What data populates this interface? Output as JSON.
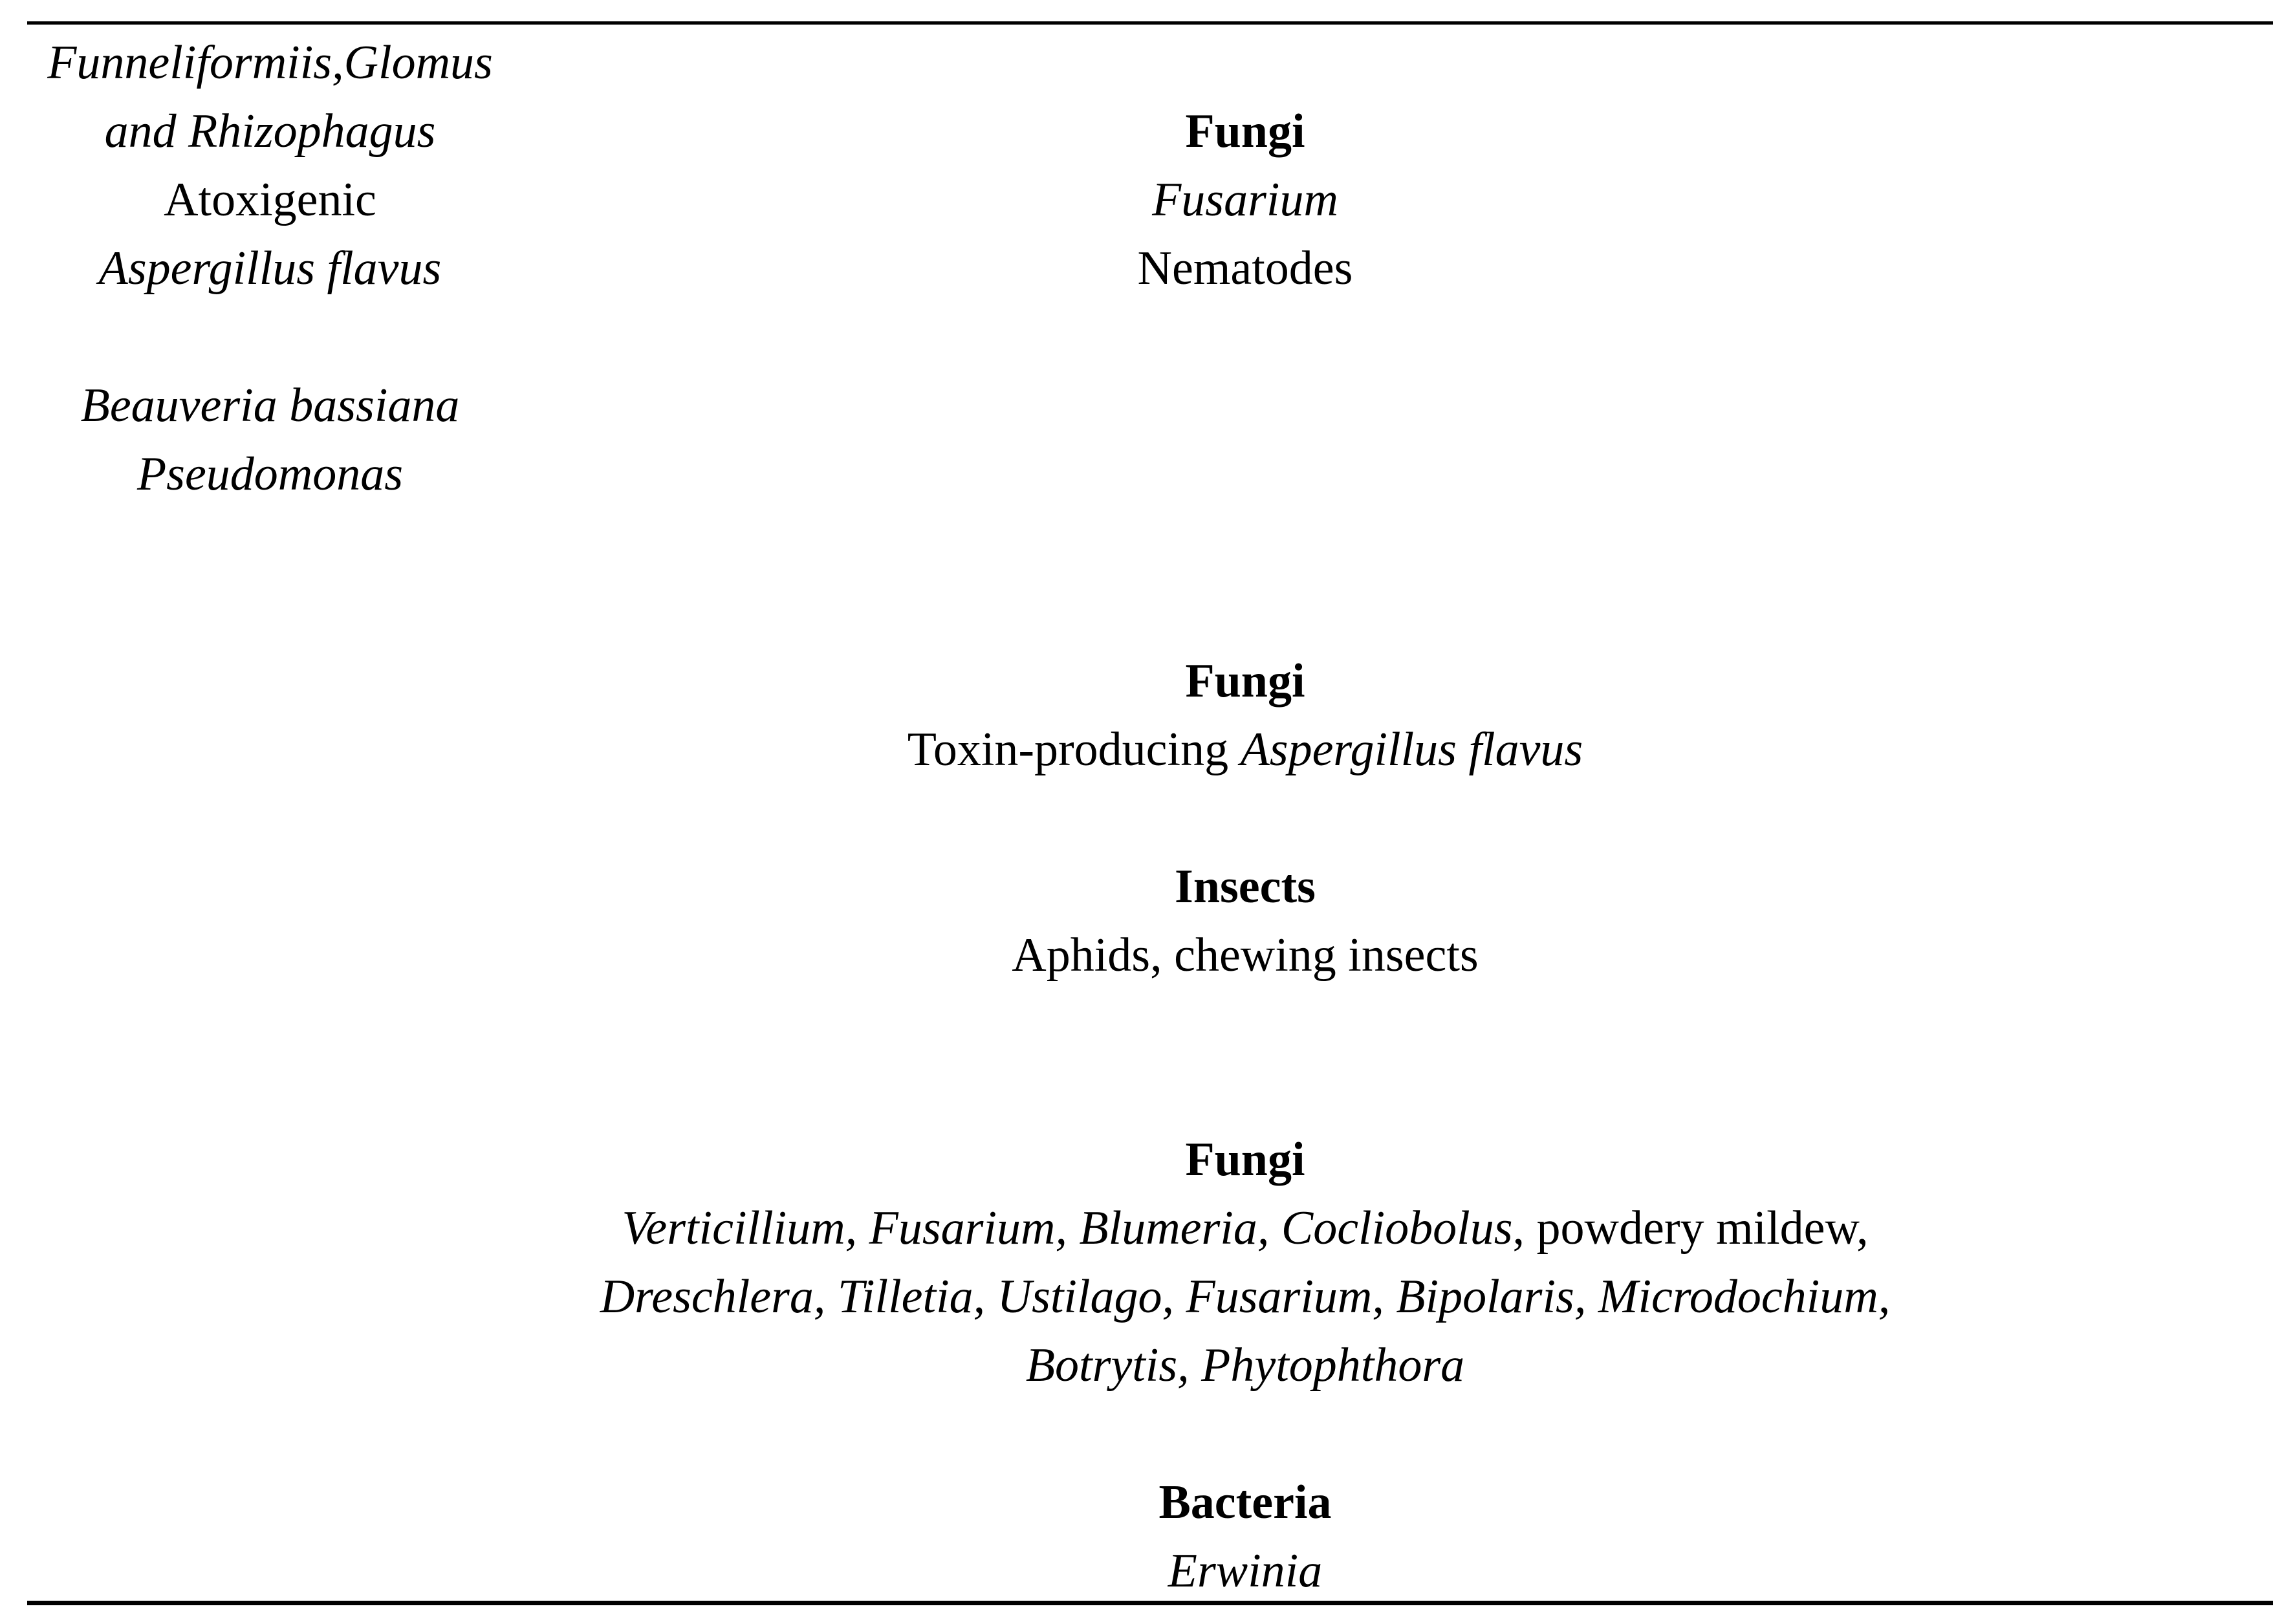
{
  "left_column": [
    {
      "text": "Funneliformiis,Glomus",
      "style": "italic"
    },
    {
      "text": "and Rhizophagus",
      "style": "italic"
    },
    {
      "text": "Atoxigenic",
      "style": "normal"
    },
    {
      "text": "Aspergillus flavus",
      "style": "italic"
    },
    {
      "text": "Beauveria bassiana",
      "style": "italic"
    },
    {
      "text": "Pseudomonas",
      "style": "italic"
    }
  ],
  "targets": {
    "group1": {
      "heading": "Fungi",
      "line1": "Fusarium",
      "line2": "Nematodes"
    },
    "group2": {
      "heading": "Fungi",
      "line1_plain": "Toxin-producing ",
      "line1_italic": "Aspergillus flavus"
    },
    "group3": {
      "heading": "Insects",
      "line1": "Aphids, chewing insects"
    },
    "group4": {
      "heading": "Fungi",
      "line1_italic": "Verticillium, Fusarium, Blumeria, Cocliobolus",
      "line1_plain": ", powdery mildew,",
      "line2": "Dreschlera, Tilletia, Ustilago, Fusarium, Bipolaris, Microdochium,",
      "line3": "Botrytis, Phytophthora"
    },
    "group5": {
      "heading": "Bacteria",
      "line1": "Erwinia"
    }
  }
}
